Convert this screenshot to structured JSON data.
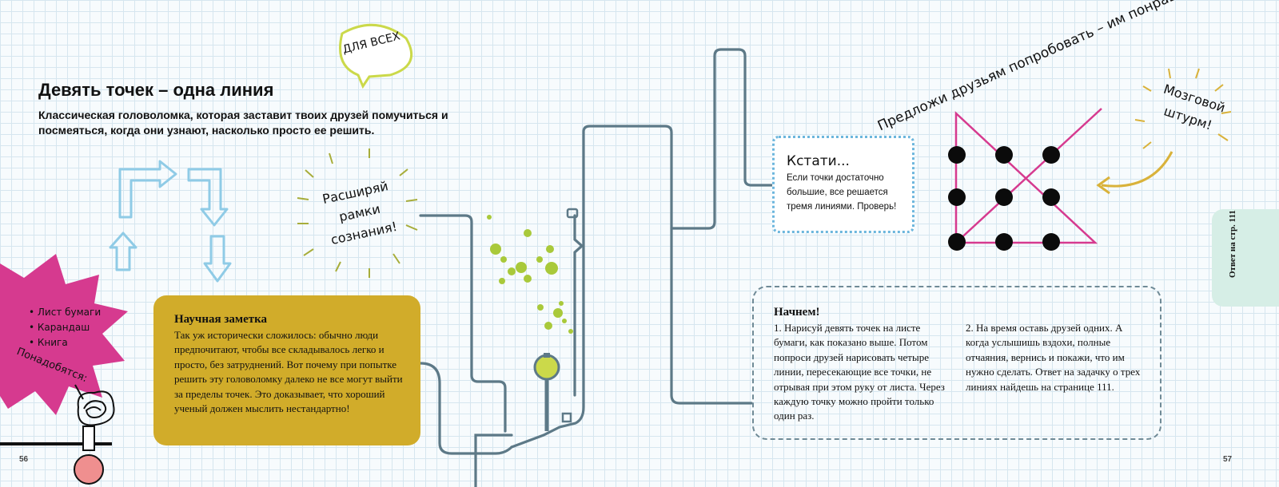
{
  "header": {
    "title": "Девять точек – одна линия",
    "subtitle": "Классическая головоломка, которая заставит твоих друзей помучиться и посмеяться, когда они узнают, насколько просто ее решить."
  },
  "bubble": {
    "text": "ДЛЯ ВСЕХ"
  },
  "expand_mind": {
    "line1": "Расширяй",
    "line2": "рамки",
    "line3": "сознания!"
  },
  "needs": {
    "items": [
      "• Лист бумаги",
      "• Карандаш",
      "• Книга"
    ],
    "label": "Понадобятся:"
  },
  "science_note": {
    "title": "Научная заметка",
    "body": "Так уж исторически сложилось: обычно люди предпочитают, чтобы все складывалось легко и просто, без затруднений. Вот почему при попытке решить эту головоломку далеко не все могут выйти за пределы точек. Это доказывает, что хороший ученый должен мыслить нестандартно!"
  },
  "by_the_way": {
    "title": "Кстати...",
    "body": "Если точки достаточно большие, все решается тремя линиями. Проверь!"
  },
  "suggest": {
    "text": "Предложи друзьям попробовать – им понравится!"
  },
  "brainstorm": {
    "line1": "Мозговой",
    "line2": "штурм!"
  },
  "start": {
    "title": "Начнем!",
    "step1": "1.  Нарисуй девять точек на листе бумаги, как показано выше. Потом попроси друзей нарисовать четыре линии, пересекающие все точки, не отрывая при этом руку от листа. Через каждую точку можно пройти только один раз.",
    "step2": "2.  На время оставь друзей одних. А когда услышишь вздохи, полные отчаяния, вернись и покажи, что им нужно сделать. Ответ на задачку о трех линиях найдешь на странице 111."
  },
  "answer_tab": {
    "text": "Ответ на стр. 111"
  },
  "pages": {
    "left": "56",
    "right": "57"
  },
  "colors": {
    "magenta": "#d63a8f",
    "mustard": "#d1ac2a",
    "lightblue": "#8fcbe6",
    "pipe": "#5d7987",
    "green": "#a9c93a"
  }
}
